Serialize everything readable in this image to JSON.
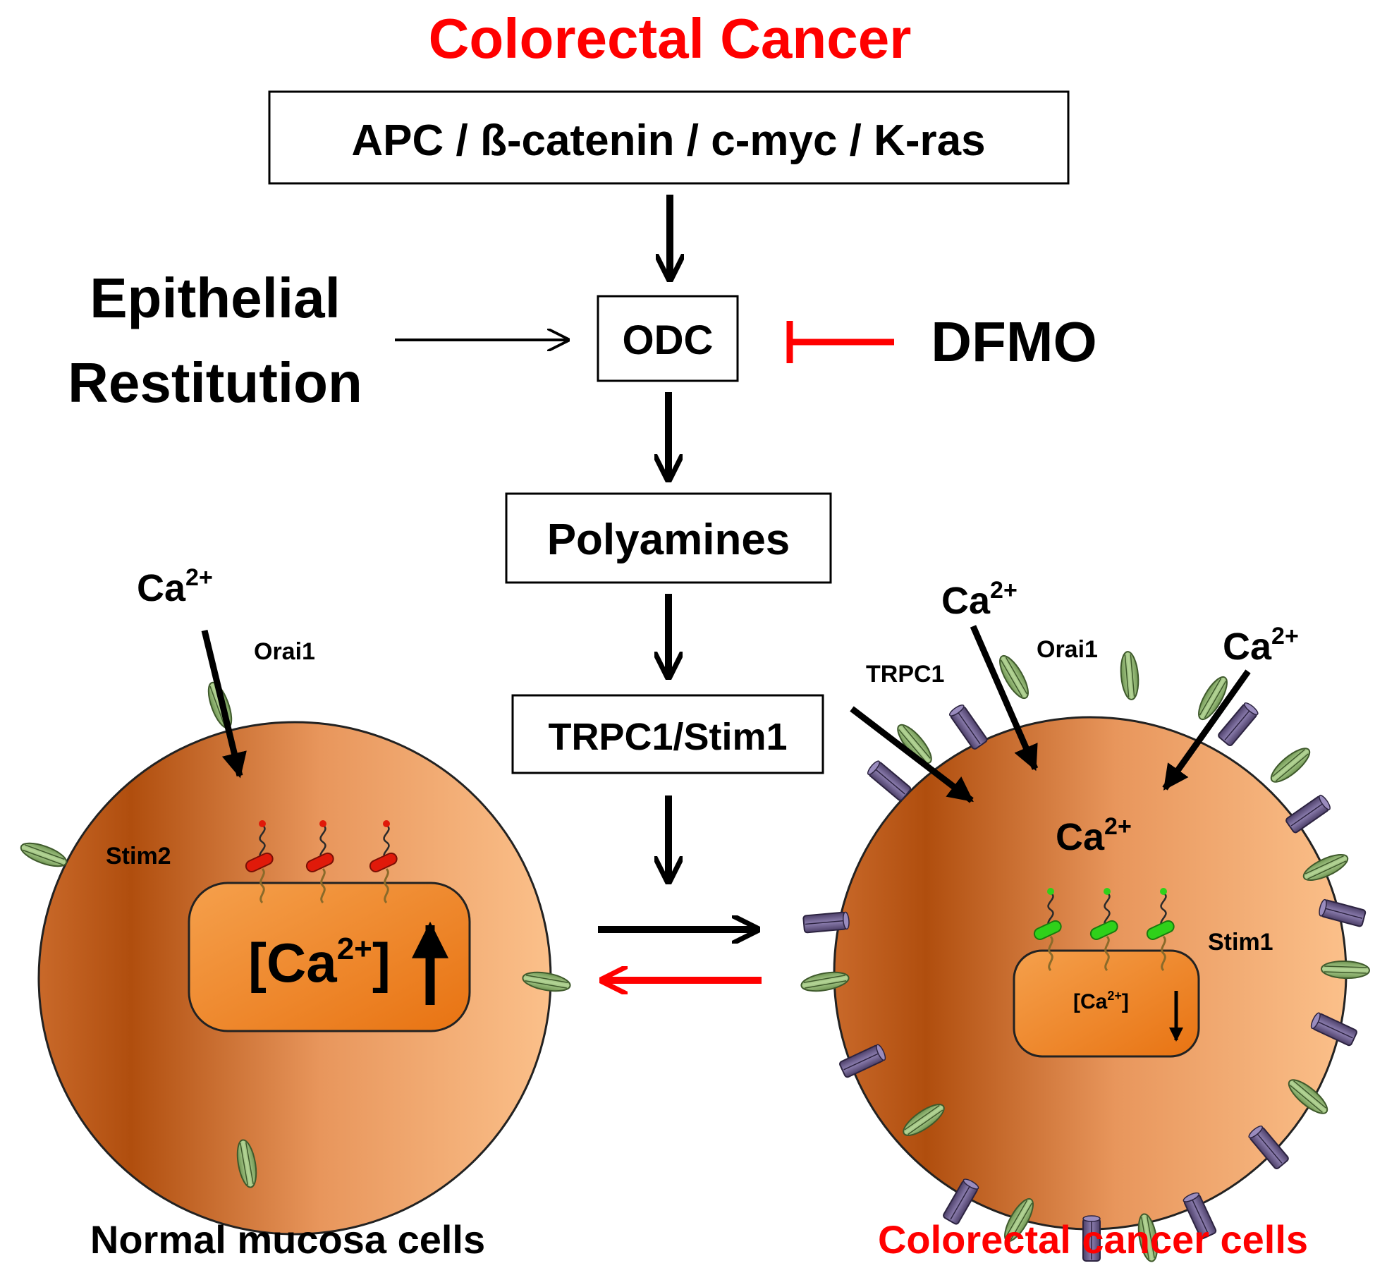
{
  "title": "Colorectal Cancer",
  "pathway": {
    "genes": "APC / ß-catenin / c-myc / K-ras",
    "odc": "ODC",
    "polyamines": "Polyamines",
    "trpc_stim": "TRPC1/Stim1",
    "epithelial_line1": "Epithelial",
    "epithelial_line2": "Restitution",
    "dfmo": "DFMO"
  },
  "normal_cell": {
    "caption": "Normal mucosa cells",
    "ca_ion": "Ca",
    "ca_charge": "2+",
    "orai_label": "Orai1",
    "stim_label": "Stim2",
    "store_ca_open": "[Ca",
    "store_ca_charge": "2+",
    "store_ca_close": "]"
  },
  "cancer_cell": {
    "caption": "Colorectal cancer cells",
    "ca_ion": "Ca",
    "ca_charge": "2+",
    "trpc_label": "TRPC1",
    "orai_label": "Orai1",
    "stim_label": "Stim1",
    "store_ca_open": "[Ca",
    "store_ca_charge": "2+",
    "store_ca_close": "]"
  },
  "colors": {
    "title_red": "#ff0000",
    "inhibit_red": "#ff0000",
    "cell_dark": "#b85210",
    "cell_light": "#f9bd86",
    "store_fill": "#f0841c",
    "orai_green": "#8db46a",
    "trpc_purple": "#6a5a88",
    "stim_red": "#e01a0a",
    "stim_green": "#2fd11a"
  }
}
